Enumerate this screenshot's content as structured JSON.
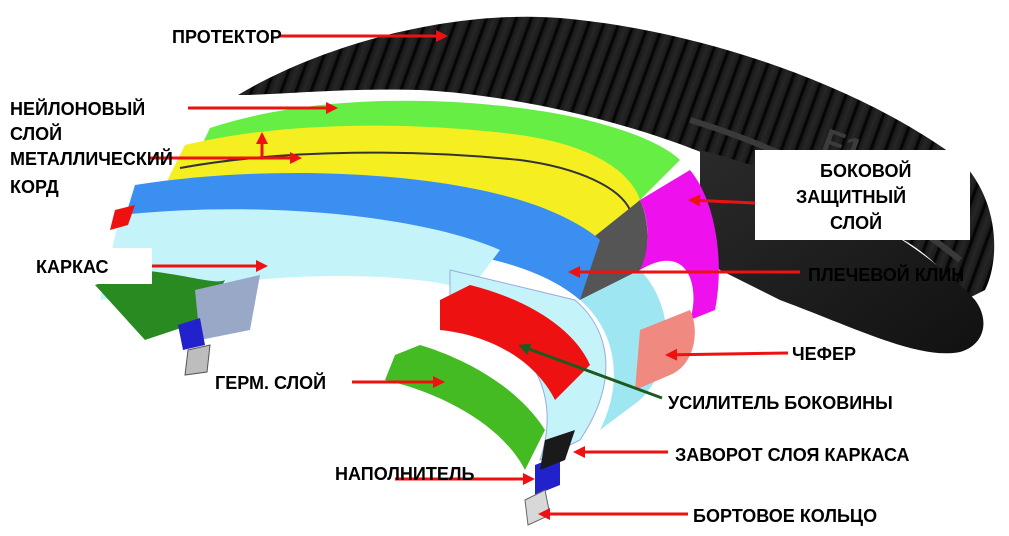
{
  "labels": {
    "protector": "ПРОТЕКТОР",
    "nylon_line1": "НЕЙЛОНОВЫЙ",
    "nylon_line2": "СЛОЙ",
    "metal_line1": "МЕТАЛЛИЧЕСКИЙ",
    "metal_line2": "КОРД",
    "carcass": "КАРКАС",
    "side_line1": "БОКОВОЙ",
    "side_line2": "ЗАЩИТНЫЙ",
    "side_line3": "СЛОЙ",
    "shoulder": "ПЛЕЧЕВОЙ КЛИН",
    "chafer": "ЧЕФЕР",
    "innerliner": "ГЕРМ. СЛОЙ",
    "sidewall_reinforcement": "УСИЛИТЕЛЬ БОКОВИНЫ",
    "turnup": "ЗАВОРОТ СЛОЯ  КАРКАСА",
    "filler": "НАПОЛНИТЕЛЬ",
    "bead": "БОРТОВОЕ КОЛЬЦО"
  },
  "colors": {
    "arrow": "#ee1111",
    "arrow_dark": "#1e5a1e",
    "tread": "#1b1b1b",
    "nylon": "#66ee44",
    "steel": "#f5ef22",
    "carcass_blue": "#3b8ff0",
    "carcass_light": "#c4f4fa",
    "shoulder_wedge": "#555555",
    "side_protect": "#ee11ee",
    "chafer": "#f08a80",
    "reinforcement": "#ee1111",
    "innerliner": "#44bb22",
    "filler": "#2222cc",
    "bead": "#d8d8d8"
  },
  "icons": {
    "tire": "tire-cross-section-icon"
  }
}
